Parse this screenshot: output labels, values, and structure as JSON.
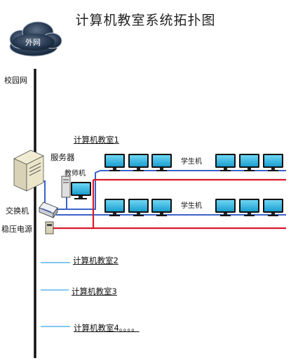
{
  "title": "计算机教室系统拓扑图",
  "internet": "外网",
  "campus": "校园网",
  "server": "服务器",
  "teacher": "教师机",
  "switch": "交换机",
  "ups": "稳压电源",
  "student1": "学生机",
  "student2": "学生机",
  "rooms": [
    "计算机教室1",
    "计算机教室2",
    "计算机教室3",
    "计算机教室4。。。。"
  ],
  "colors": {
    "network": "#3a62c9",
    "power": "#d9192b",
    "branch": "#5cb5ee",
    "monitor_screen": "#21a9d6",
    "cloud": "#1c3148"
  }
}
